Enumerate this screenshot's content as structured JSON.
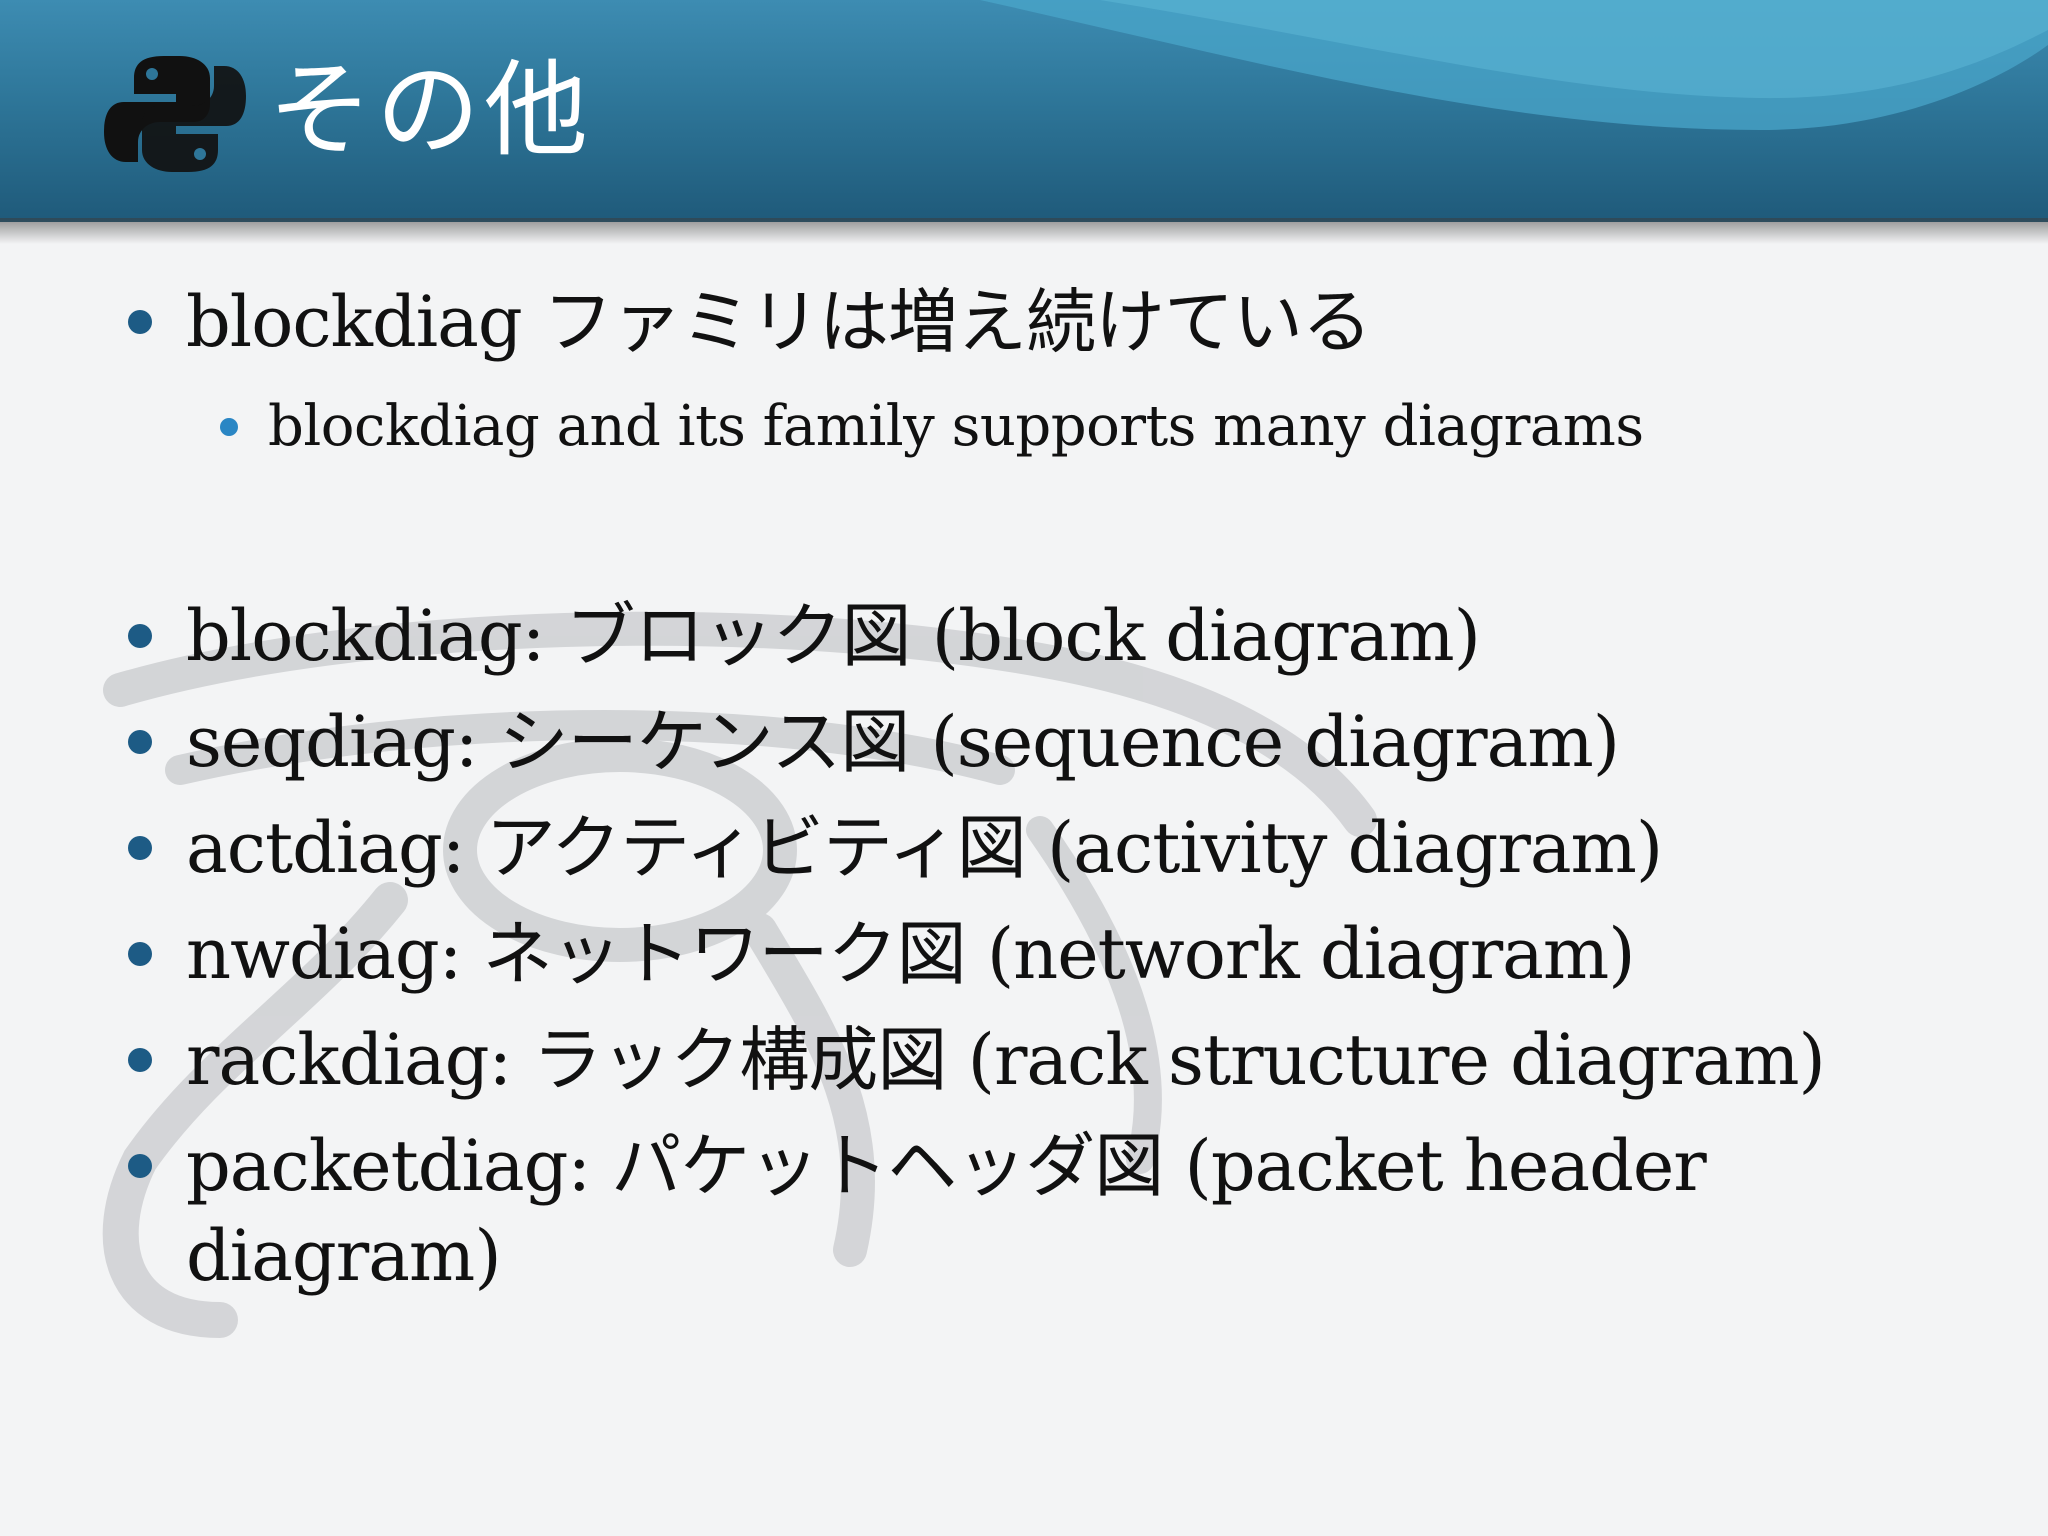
{
  "slide": {
    "title": "その他",
    "colors": {
      "header": "#2e7699",
      "bullet": "#1d5b85",
      "sub_bullet": "#2a86c4",
      "text": "#111111"
    },
    "icons": {
      "logo": "python-logo-icon",
      "watermark": "eye-of-horus-watermark"
    }
  },
  "bullets": {
    "b1": "blockdiag ファミリは増え続けている",
    "b1_sub": "blockdiag and its family supports many diagrams",
    "b2": "blockdiag: ブロック図 (block diagram)",
    "b3": "seqdiag: シーケンス図 (sequence diagram)",
    "b4": "actdiag: アクティビティ図 (activity diagram)",
    "b5": "nwdiag: ネットワーク図 (network diagram)",
    "b6": "rackdiag: ラック構成図 (rack structure diagram)",
    "b7_line1": "packetdiag: パケットヘッダ図 (packet header",
    "b7_line2": "diagram)"
  }
}
